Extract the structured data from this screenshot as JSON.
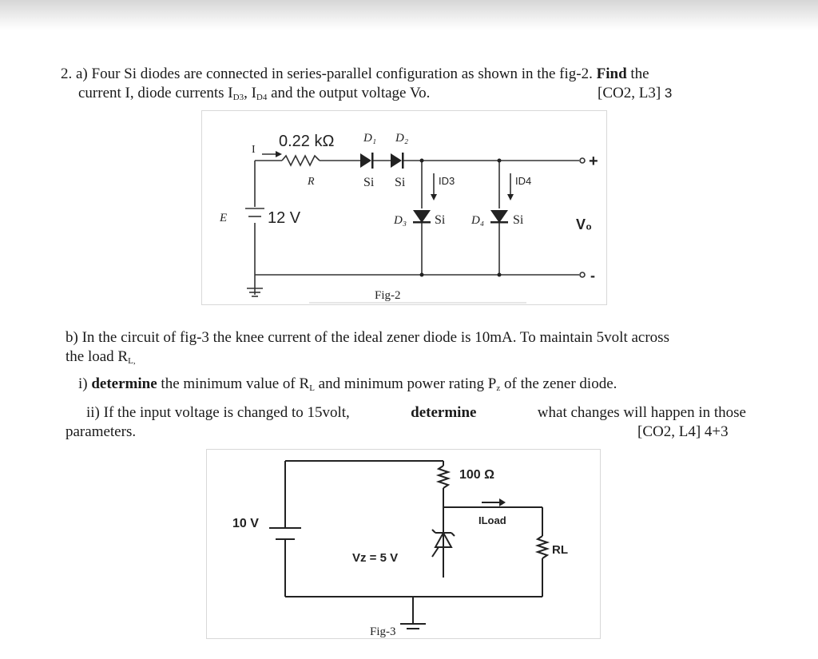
{
  "q2a": {
    "number": "2. a)",
    "line1_pre": "Four Si diodes are connected in series-parallel configuration as shown in the fig-2.",
    "line1_bold": "Find",
    "line1_post": "the",
    "line2_a": "current I",
    "line2_b": "diode currents I",
    "line2_sub1": "D3",
    "line2_c": ", I",
    "line2_sub2": "D4",
    "line2_d": " and the output voltage Vo.",
    "marks_tag": "[CO2, L3]",
    "marks": "3"
  },
  "fig2": {
    "caption": "Fig-2",
    "current_label": "I",
    "resistor_value": "0.22 kΩ",
    "resistor_name": "R",
    "d1": "D₁",
    "d2": "D₂",
    "si1": "Si",
    "si2": "Si",
    "id3": "ID3",
    "id4": "ID4",
    "source_name": "E",
    "source_value": "12 V",
    "d3": "D₃",
    "d4": "D₄",
    "si3": "Si",
    "si4": "Si",
    "vo": "V₀",
    "plus": "+",
    "minus": "-"
  },
  "q2b": {
    "line1": "b) In the circuit of fig-3 the knee current of the ideal zener diode is 10mA. To maintain 5volt across",
    "line2": "the load R",
    "line2_sub": "L,",
    "i_pre": "i)",
    "i_bold": "determine",
    "i_a": "the minimum value of R",
    "i_sub1": "L",
    "i_b": " and minimum power rating P",
    "i_sub2": "z",
    "i_c": " of the zener diode.",
    "ii_a": "ii) If the input voltage is changed to 15volt,",
    "ii_bold": "determine",
    "ii_b": "what changes will happen in those",
    "ii_line2": "parameters.",
    "marks_tag": "[CO2, L4] 4+3"
  },
  "fig3": {
    "caption": "Fig-3",
    "source": "10 V",
    "resistor": "100 Ω",
    "iload": "ILoad",
    "vz": "Vz = 5 V",
    "rl": "RL"
  }
}
